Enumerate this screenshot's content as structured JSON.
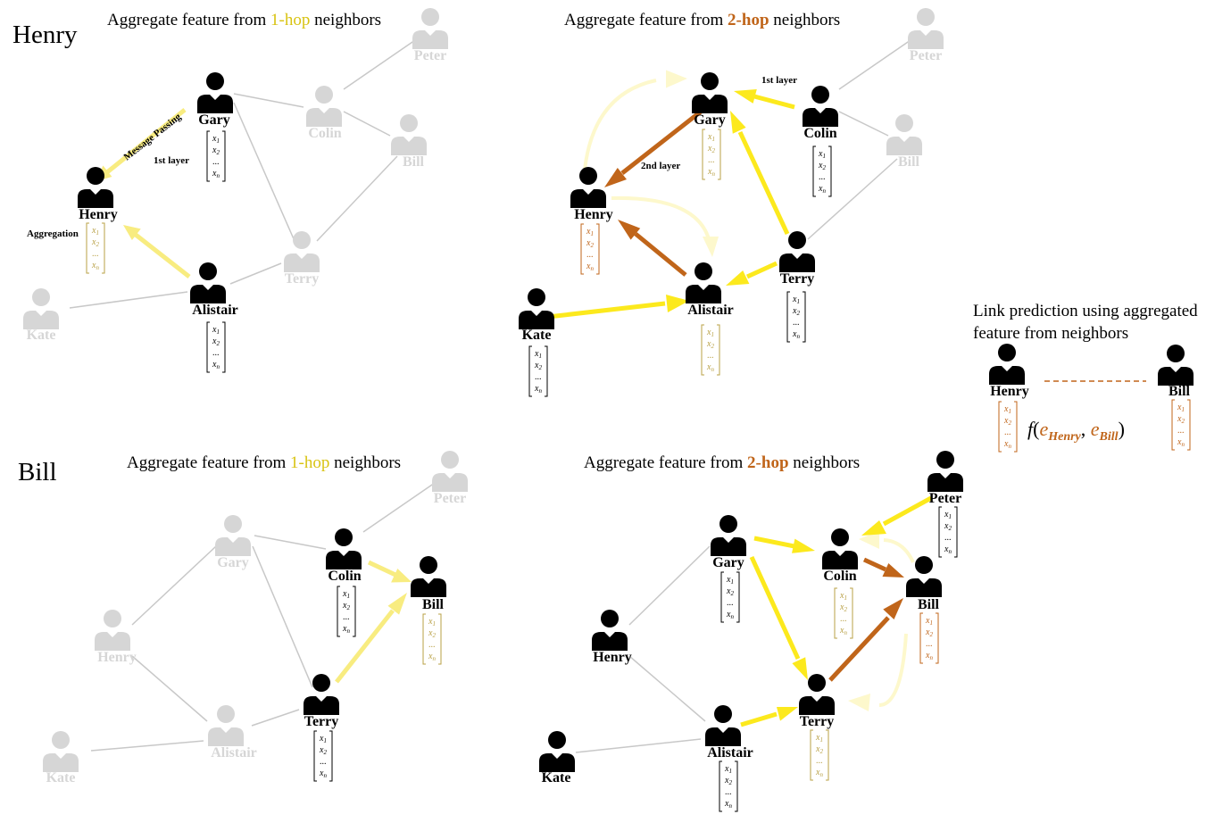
{
  "sections": [
    {
      "person": "Henry",
      "hop1": {
        "prefix": "Aggregate feature from ",
        "hop": "1-hop",
        "suffix": " neighbors"
      },
      "hop2": {
        "prefix": "Aggregate feature from ",
        "hop": "2-hop",
        "suffix": " neighbors"
      }
    },
    {
      "person": "Bill",
      "hop1": {
        "prefix": "Aggregate feature from ",
        "hop": "1-hop",
        "suffix": " neighbors"
      },
      "hop2": {
        "prefix": "Aggregate feature from ",
        "hop": "2-hop",
        "suffix": " neighbors"
      }
    }
  ],
  "node_names": {
    "gary": "Gary",
    "henry": "Henry",
    "alistair": "Alistair",
    "kate": "Kate",
    "colin": "Colin",
    "bill": "Bill",
    "terry": "Terry",
    "peter": "Peter"
  },
  "annotations": {
    "message_passing": "Message Passing",
    "first_layer": "1st layer",
    "second_layer": "2nd layer",
    "aggregation": "Aggregation"
  },
  "feature_vector": [
    "x1",
    "x2",
    "...",
    "xn"
  ],
  "link_prediction": {
    "title_line1": "Link prediction using aggregated",
    "title_line2": "feature from neighbors",
    "left": "Henry",
    "right": "Bill",
    "function": {
      "f": "f",
      "open": "(",
      "e1": "e",
      "e1_sub": "Henry",
      "comma": ", ",
      "e2": "e",
      "e2_sub": "Bill",
      "close": ")"
    }
  },
  "colors": {
    "hop1": "#d8c312",
    "hop2": "#c0651a",
    "arrow_light": "#f8ec80",
    "arrow_bright": "#fce91d",
    "arrow_pale": "#fdf8cc",
    "arrow_dark": "#c0651a",
    "inactive": "#d6d6d6",
    "edge": "#c8c8c8",
    "vector_olive": "#b8a045"
  }
}
